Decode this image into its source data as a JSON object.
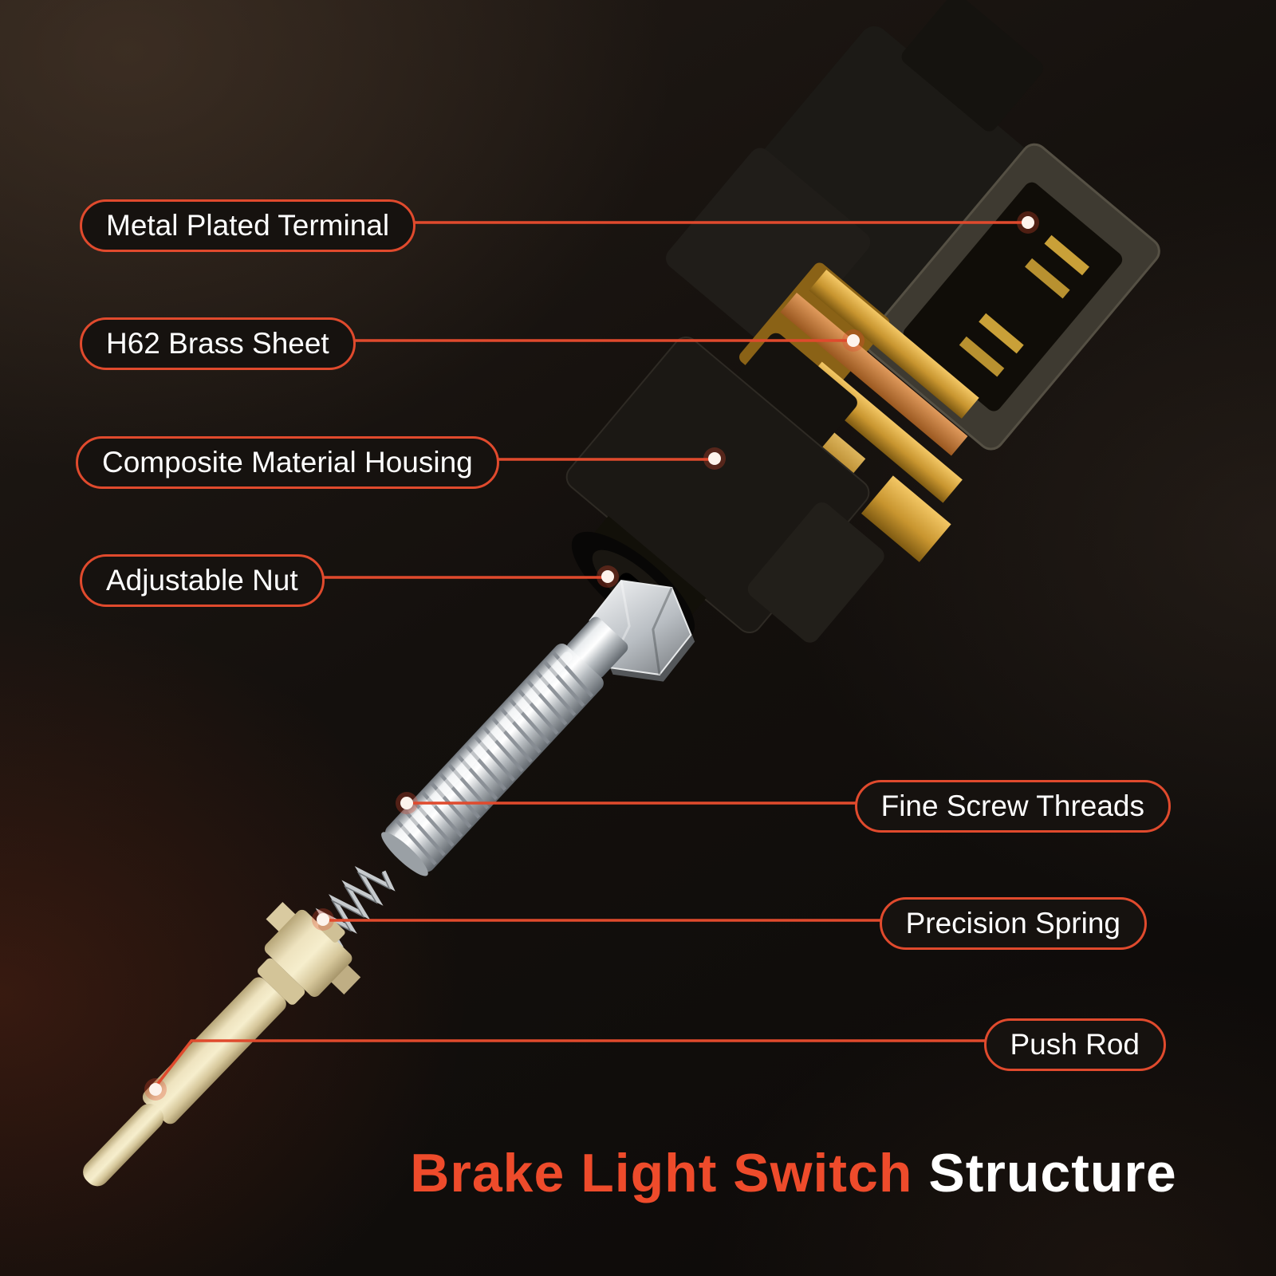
{
  "colors": {
    "accent": "#e04a2d",
    "title_highlight": "#ee4b2b",
    "label_text": "#ffffff"
  },
  "labels": [
    {
      "id": "metal-plated-terminal",
      "text": "Metal Plated Terminal"
    },
    {
      "id": "h62-brass-sheet",
      "text": "H62 Brass Sheet"
    },
    {
      "id": "composite-material-housing",
      "text": "Composite Material Housing"
    },
    {
      "id": "adjustable-nut",
      "text": "Adjustable Nut"
    },
    {
      "id": "fine-screw-threads",
      "text": "Fine Screw Threads"
    },
    {
      "id": "precision-spring",
      "text": "Precision Spring"
    },
    {
      "id": "push-rod",
      "text": "Push Rod"
    }
  ],
  "title": {
    "highlight": "Brake Light Switch",
    "rest": "Structure"
  }
}
